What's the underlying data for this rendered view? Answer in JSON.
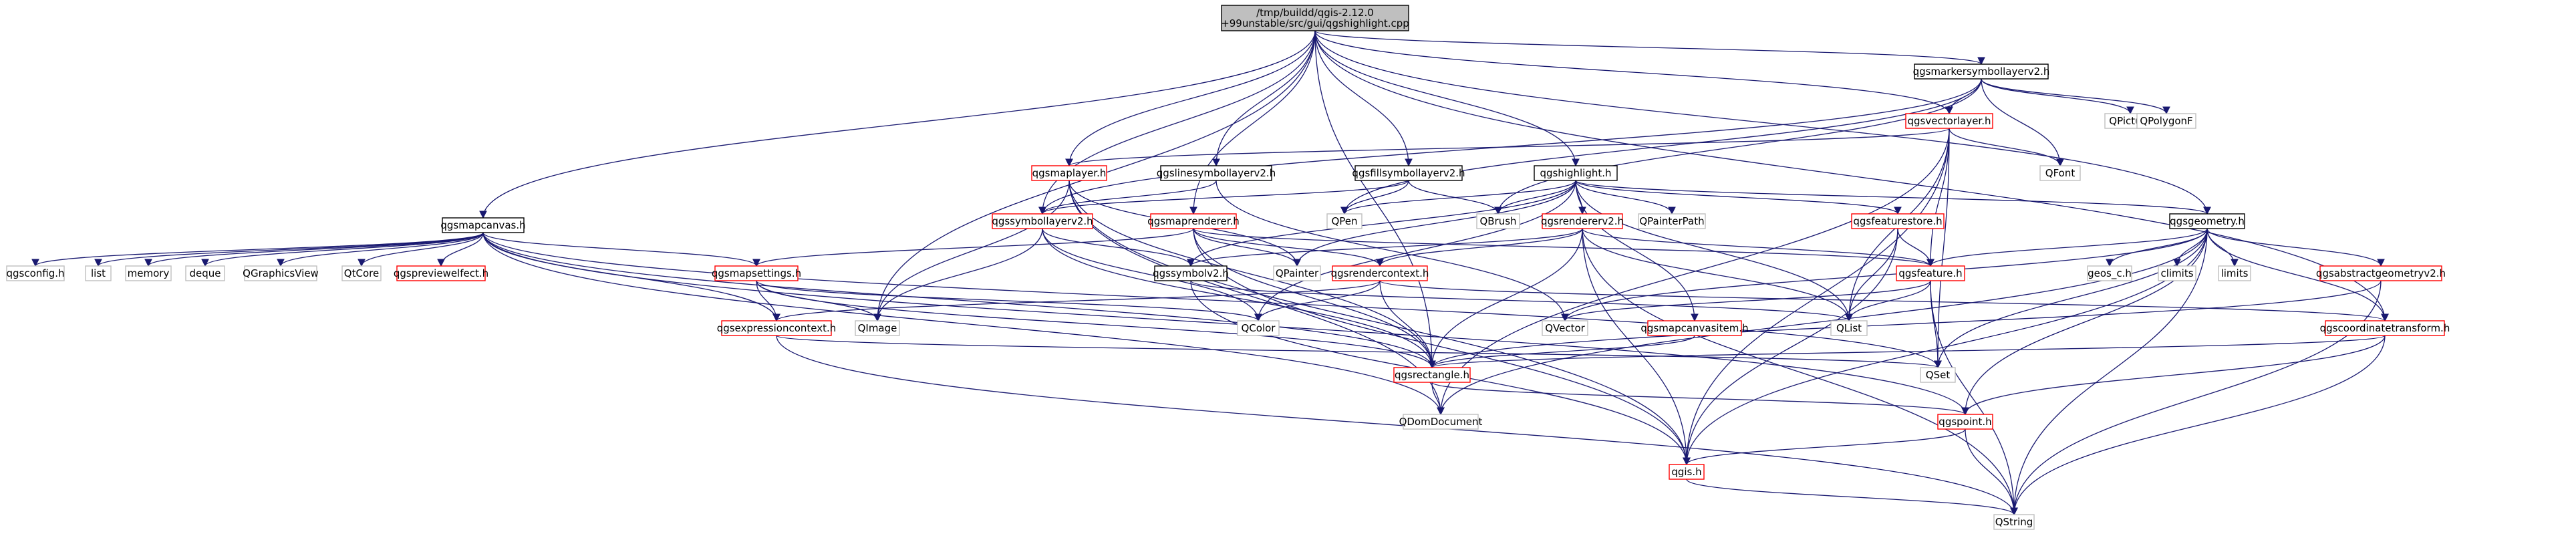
{
  "colors": {
    "edge": "#191970",
    "root_fill": "#bfbfbf",
    "root_border": "#000000",
    "doc_border": "#000000",
    "red_border": "#ff0000",
    "ext_border": "#bfbfbf",
    "background": "#ffffff"
  },
  "nodes": [
    {
      "id": "root",
      "lines": [
        "/tmp/buildd/qgis-2.12.0",
        "+99unstable/src/gui/qgshighlight.cpp"
      ],
      "kind": "root"
    },
    {
      "id": "qgsmarkersymbollayerv2",
      "lines": [
        "qgsmarkersymbollayerv2.h"
      ],
      "kind": "doc"
    },
    {
      "id": "qgsvectorlayer",
      "lines": [
        "qgsvectorlayer.h"
      ],
      "kind": "red"
    },
    {
      "id": "qgsmaplayer",
      "lines": [
        "qgsmaplayer.h"
      ],
      "kind": "red"
    },
    {
      "id": "qgslinesymbollayerv2",
      "lines": [
        "qgslinesymbollayerv2.h"
      ],
      "kind": "doc"
    },
    {
      "id": "qgsfillsymbollayerv2",
      "lines": [
        "qgsfillsymbollayerv2.h"
      ],
      "kind": "doc"
    },
    {
      "id": "qgshighlight",
      "lines": [
        "qgshighlight.h"
      ],
      "kind": "doc"
    },
    {
      "id": "qgsmapcanvas",
      "lines": [
        "qgsmapcanvas.h"
      ],
      "kind": "doc"
    },
    {
      "id": "qgssymbollayerv2",
      "lines": [
        "qgssymbollayerv2.h"
      ],
      "kind": "red"
    },
    {
      "id": "qgsmaprenderer",
      "lines": [
        "qgsmaprenderer.h"
      ],
      "kind": "red"
    },
    {
      "id": "qgsrendererv2",
      "lines": [
        "qgsrendererv2.h"
      ],
      "kind": "red"
    },
    {
      "id": "qgsfeaturestore",
      "lines": [
        "qgsfeaturestore.h"
      ],
      "kind": "red"
    },
    {
      "id": "qgsgeometry",
      "lines": [
        "qgsgeometry.h"
      ],
      "kind": "doc"
    },
    {
      "id": "QPicture",
      "lines": [
        "QPicture"
      ],
      "kind": "ext"
    },
    {
      "id": "QPolygonF",
      "lines": [
        "QPolygonF"
      ],
      "kind": "ext"
    },
    {
      "id": "QFont",
      "lines": [
        "QFont"
      ],
      "kind": "ext"
    },
    {
      "id": "QPen",
      "lines": [
        "QPen"
      ],
      "kind": "ext"
    },
    {
      "id": "QBrush",
      "lines": [
        "QBrush"
      ],
      "kind": "ext"
    },
    {
      "id": "QPainterPath",
      "lines": [
        "QPainterPath"
      ],
      "kind": "ext"
    },
    {
      "id": "qgsconfig",
      "lines": [
        "qgsconfig.h"
      ],
      "kind": "ext"
    },
    {
      "id": "list",
      "lines": [
        "list"
      ],
      "kind": "ext"
    },
    {
      "id": "memory",
      "lines": [
        "memory"
      ],
      "kind": "ext"
    },
    {
      "id": "deque",
      "lines": [
        "deque"
      ],
      "kind": "ext"
    },
    {
      "id": "QGraphicsView",
      "lines": [
        "QGraphicsView"
      ],
      "kind": "ext"
    },
    {
      "id": "QtCore",
      "lines": [
        "QtCore"
      ],
      "kind": "ext"
    },
    {
      "id": "qgspreviewelfect",
      "lines": [
        "qgspreviewelfect.h"
      ],
      "kind": "red"
    },
    {
      "id": "qgsmapsettings",
      "lines": [
        "qgsmapsettings.h"
      ],
      "kind": "red"
    },
    {
      "id": "qgssymbolv2",
      "lines": [
        "qgssymbolv2.h"
      ],
      "kind": "doc"
    },
    {
      "id": "QPainter",
      "lines": [
        "QPainter"
      ],
      "kind": "ext"
    },
    {
      "id": "qgsrendercontext",
      "lines": [
        "qgsrendercontext.h"
      ],
      "kind": "red"
    },
    {
      "id": "qgsfeature",
      "lines": [
        "qgsfeature.h"
      ],
      "kind": "red"
    },
    {
      "id": "geos_c",
      "lines": [
        "geos_c.h"
      ],
      "kind": "ext"
    },
    {
      "id": "climits",
      "lines": [
        "climits"
      ],
      "kind": "ext"
    },
    {
      "id": "limits",
      "lines": [
        "limits"
      ],
      "kind": "ext"
    },
    {
      "id": "qgsabstractgeometryv2",
      "lines": [
        "qgsabstractgeometryv2.h"
      ],
      "kind": "red"
    },
    {
      "id": "qgsexpressioncontext",
      "lines": [
        "qgsexpressioncontext.h"
      ],
      "kind": "red"
    },
    {
      "id": "QImage",
      "lines": [
        "QImage"
      ],
      "kind": "ext"
    },
    {
      "id": "QColor",
      "lines": [
        "QColor"
      ],
      "kind": "ext"
    },
    {
      "id": "QVector",
      "lines": [
        "QVector"
      ],
      "kind": "ext"
    },
    {
      "id": "qgsmapcanvasitem",
      "lines": [
        "qgsmapcanvasitem.h"
      ],
      "kind": "red"
    },
    {
      "id": "QList",
      "lines": [
        "QList"
      ],
      "kind": "ext"
    },
    {
      "id": "qgscoordinatetransform",
      "lines": [
        "qgscoordinatetransform.h"
      ],
      "kind": "red"
    },
    {
      "id": "qgsrectangle",
      "lines": [
        "qgsrectangle.h"
      ],
      "kind": "red"
    },
    {
      "id": "QSet",
      "lines": [
        "QSet"
      ],
      "kind": "ext"
    },
    {
      "id": "QDomDocument",
      "lines": [
        "QDomDocument"
      ],
      "kind": "ext"
    },
    {
      "id": "qgspoint",
      "lines": [
        "qgspoint.h"
      ],
      "kind": "red"
    },
    {
      "id": "qgis",
      "lines": [
        "qgis.h"
      ],
      "kind": "red"
    },
    {
      "id": "QString",
      "lines": [
        "QString"
      ],
      "kind": "ext"
    }
  ],
  "edges": [
    [
      "root",
      "qgsmarkersymbollayerv2"
    ],
    [
      "root",
      "qgsvectorlayer"
    ],
    [
      "root",
      "qgsmaplayer"
    ],
    [
      "root",
      "qgslinesymbollayerv2"
    ],
    [
      "root",
      "qgsfillsymbollayerv2"
    ],
    [
      "root",
      "qgshighlight"
    ],
    [
      "root",
      "qgsmapcanvas"
    ],
    [
      "root",
      "qgssymbollayerv2"
    ],
    [
      "root",
      "qgsmaprenderer"
    ],
    [
      "root",
      "qgsgeometry"
    ],
    [
      "root",
      "QImage"
    ],
    [
      "root",
      "qgsrectangle"
    ],
    [
      "root",
      "qgscoordinatetransform"
    ],
    [
      "qgsmarkersymbollayerv2",
      "QPicture"
    ],
    [
      "qgsmarkersymbollayerv2",
      "QPolygonF"
    ],
    [
      "qgsmarkersymbollayerv2",
      "QFont"
    ],
    [
      "qgsmarkersymbollayerv2",
      "QPen"
    ],
    [
      "qgsmarkersymbollayerv2",
      "QBrush"
    ],
    [
      "qgsmarkersymbollayerv2",
      "qgssymbollayerv2"
    ],
    [
      "qgsmarkersymbollayerv2",
      "qgsvectorlayer"
    ],
    [
      "qgsvectorlayer",
      "qgsmaplayer"
    ],
    [
      "qgsvectorlayer",
      "QFont"
    ],
    [
      "qgsvectorlayer",
      "QList"
    ],
    [
      "qgsvectorlayer",
      "QSet"
    ],
    [
      "qgsvectorlayer",
      "qgsfeature"
    ],
    [
      "qgsvectorlayer",
      "qgis"
    ],
    [
      "qgsvectorlayer",
      "QDomDocument"
    ],
    [
      "qgsmaplayer",
      "QImage"
    ],
    [
      "qgsmaplayer",
      "QPainter"
    ],
    [
      "qgsmaplayer",
      "qgsrectangle"
    ],
    [
      "qgsmaplayer",
      "qgis"
    ],
    [
      "qgsmaplayer",
      "QDomDocument"
    ],
    [
      "qgslinesymbollayerv2",
      "qgssymbollayerv2"
    ],
    [
      "qgslinesymbollayerv2",
      "QVector"
    ],
    [
      "qgsfillsymbollayerv2",
      "qgssymbollayerv2"
    ],
    [
      "qgsfillsymbollayerv2",
      "QPen"
    ],
    [
      "qgsfillsymbollayerv2",
      "QBrush"
    ],
    [
      "qgshighlight",
      "QPen"
    ],
    [
      "qgshighlight",
      "QBrush"
    ],
    [
      "qgshighlight",
      "QPainterPath"
    ],
    [
      "qgshighlight",
      "qgsrendererv2"
    ],
    [
      "qgshighlight",
      "qgsfeaturestore"
    ],
    [
      "qgshighlight",
      "qgsgeometry"
    ],
    [
      "qgshighlight",
      "qgsmapcanvasitem"
    ],
    [
      "qgshighlight",
      "qgssymbolv2"
    ],
    [
      "qgshighlight",
      "QPainter"
    ],
    [
      "qgshighlight",
      "QList"
    ],
    [
      "qgshighlight",
      "QColor"
    ],
    [
      "qgsmapcanvas",
      "qgsconfig"
    ],
    [
      "qgsmapcanvas",
      "list"
    ],
    [
      "qgsmapcanvas",
      "memory"
    ],
    [
      "qgsmapcanvas",
      "deque"
    ],
    [
      "qgsmapcanvas",
      "QGraphicsView"
    ],
    [
      "qgsmapcanvas",
      "QtCore"
    ],
    [
      "qgsmapcanvas",
      "qgspreviewelfect"
    ],
    [
      "qgsmapcanvas",
      "qgsmapsettings"
    ],
    [
      "qgsmapcanvas",
      "qgsexpressioncontext"
    ],
    [
      "qgsmapcanvas",
      "qgsrectangle"
    ],
    [
      "qgsmapcanvas",
      "qgspoint"
    ],
    [
      "qgsmapcanvas",
      "QDomDocument"
    ],
    [
      "qgsmapcanvas",
      "QSet"
    ],
    [
      "qgssymbollayerv2",
      "qgssymbolv2"
    ],
    [
      "qgssymbollayerv2",
      "QColor"
    ],
    [
      "qgssymbollayerv2",
      "qgsrectangle"
    ],
    [
      "qgssymbollayerv2",
      "QImage"
    ],
    [
      "qgsmaprenderer",
      "qgsmapsettings"
    ],
    [
      "qgsmaprenderer",
      "qgsrendercontext"
    ],
    [
      "qgsmaprenderer",
      "QPainter"
    ],
    [
      "qgsmaprenderer",
      "qgsrectangle"
    ],
    [
      "qgsmaprenderer",
      "qgsfeature"
    ],
    [
      "qgsmaprenderer",
      "qgis"
    ],
    [
      "qgsrendererv2",
      "qgssymbolv2"
    ],
    [
      "qgsrendererv2",
      "qgsrendercontext"
    ],
    [
      "qgsrendererv2",
      "qgsfeature"
    ],
    [
      "qgsrendererv2",
      "QList"
    ],
    [
      "qgsrendererv2",
      "qgis"
    ],
    [
      "qgsrendererv2",
      "qgsrectangle"
    ],
    [
      "qgsrendererv2",
      "QString"
    ],
    [
      "qgsfeaturestore",
      "qgsfeature"
    ],
    [
      "qgsfeaturestore",
      "QList"
    ],
    [
      "qgsfeaturestore",
      "qgis"
    ],
    [
      "qgsgeometry",
      "qgsfeature"
    ],
    [
      "qgsgeometry",
      "geos_c"
    ],
    [
      "qgsgeometry",
      "climits"
    ],
    [
      "qgsgeometry",
      "limits"
    ],
    [
      "qgsgeometry",
      "qgsabstractgeometryv2"
    ],
    [
      "qgsgeometry",
      "qgscoordinatetransform"
    ],
    [
      "qgsgeometry",
      "qgspoint"
    ],
    [
      "qgsgeometry",
      "QSet"
    ],
    [
      "qgsgeometry",
      "QDomDocument"
    ],
    [
      "qgsgeometry",
      "QVector"
    ],
    [
      "qgsgeometry",
      "QString"
    ],
    [
      "qgsgeometry",
      "qgis"
    ],
    [
      "qgsmapsettings",
      "qgsexpressioncontext"
    ],
    [
      "qgsmapsettings",
      "QImage"
    ],
    [
      "qgsmapsettings",
      "QColor"
    ],
    [
      "qgsmapsettings",
      "qgsrectangle"
    ],
    [
      "qgssymbolv2",
      "qgis"
    ],
    [
      "qgssymbolv2",
      "QList"
    ],
    [
      "qgsrendercontext",
      "QColor"
    ],
    [
      "qgsrendercontext",
      "qgsrectangle"
    ],
    [
      "qgsrendercontext",
      "qgsexpressioncontext"
    ],
    [
      "qgsrendercontext",
      "qgscoordinatetransform"
    ],
    [
      "qgsfeature",
      "QSet"
    ],
    [
      "qgsfeature",
      "QString"
    ],
    [
      "qgsfeature",
      "QList"
    ],
    [
      "qgsfeature",
      "QVector"
    ],
    [
      "qgsabstractgeometryv2",
      "qgsrectangle"
    ],
    [
      "qgsabstractgeometryv2",
      "QString"
    ],
    [
      "qgsexpressioncontext",
      "QString"
    ],
    [
      "qgsexpressioncontext",
      "QSet"
    ],
    [
      "qgsmapcanvasitem",
      "qgsrectangle"
    ],
    [
      "qgscoordinatetransform",
      "qgspoint"
    ],
    [
      "qgscoordinatetransform",
      "QString"
    ],
    [
      "qgscoordinatetransform",
      "qgsrectangle"
    ],
    [
      "qgsrectangle",
      "qgspoint"
    ],
    [
      "qgsrectangle",
      "QDomDocument"
    ],
    [
      "qgspoint",
      "qgis"
    ],
    [
      "qgspoint",
      "QString"
    ],
    [
      "qgis",
      "QString"
    ]
  ]
}
